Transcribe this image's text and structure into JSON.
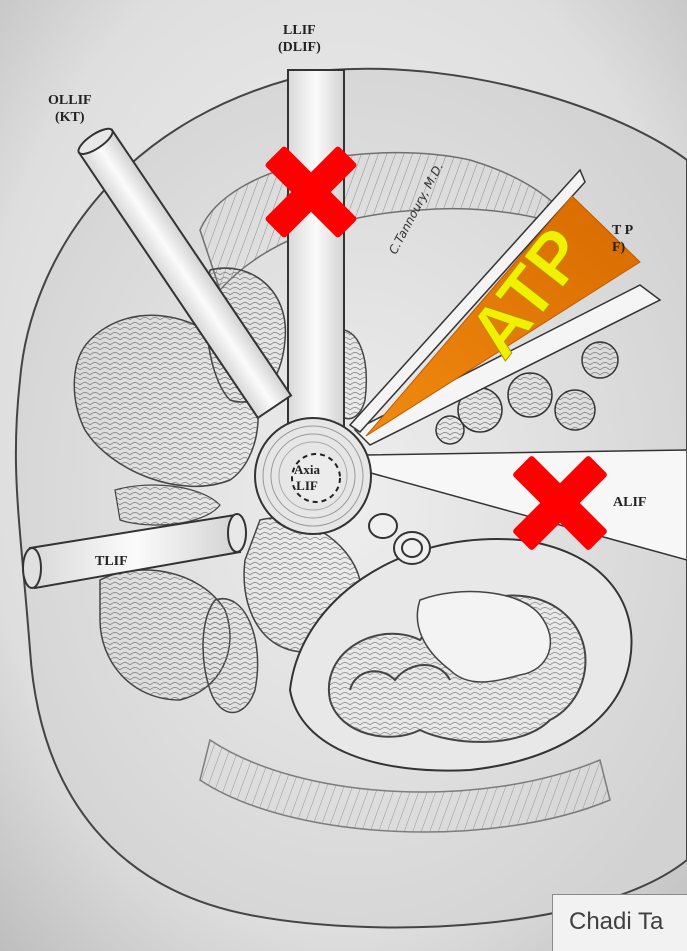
{
  "approaches": {
    "llif": "LLIF\n(DLIF)",
    "ollif": "OLLIF\n(KT)",
    "tlif": "TLIF",
    "alif": "ALIF",
    "atp_partial": "T P\nF)",
    "axial": "Axia\nLIF"
  },
  "highlight": {
    "label": "ATP",
    "color": "#f0f000",
    "wedge_color": "#e07000"
  },
  "excluded_marker": {
    "color": "#ff0000",
    "excluded": [
      "LLIF (DLIF)",
      "ALIF"
    ]
  },
  "signature": "C.Tannoury, M.D.",
  "credit": "Chadi Ta"
}
